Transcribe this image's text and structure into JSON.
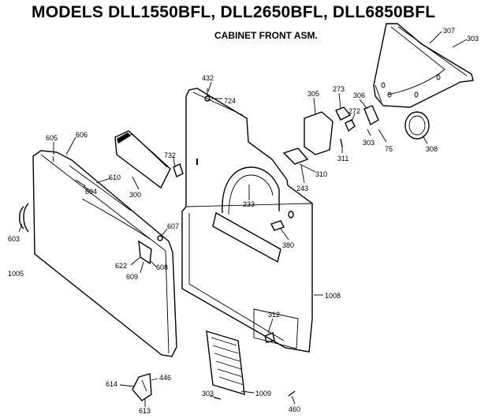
{
  "header": {
    "title": "MODELS DLL1550BFL, DLL2650BFL, DLL6850BFL",
    "subtitle": "CABINET FRONT ASM."
  },
  "callouts": {
    "c432": "432",
    "c724": "724",
    "c305a": "305",
    "c273": "273",
    "c272": "272",
    "c306": "306",
    "c307": "307",
    "c303a": "303",
    "c303b": "303",
    "c75": "75",
    "c308": "308",
    "c311": "311",
    "c310": "310",
    "c243": "243",
    "c233": "233",
    "c380": "380",
    "c605": "605",
    "c606": "606",
    "c610": "610",
    "c604": "604",
    "c300": "300",
    "c732": "732",
    "c603": "603",
    "c1005": "1005",
    "c607": "607",
    "c622": "622",
    "c609": "609",
    "c608": "608",
    "c1008": "1008",
    "c312": "312",
    "c614": "614",
    "c446": "446",
    "c613": "613",
    "c303c": "303",
    "c1009": "1009",
    "c460": "460"
  }
}
